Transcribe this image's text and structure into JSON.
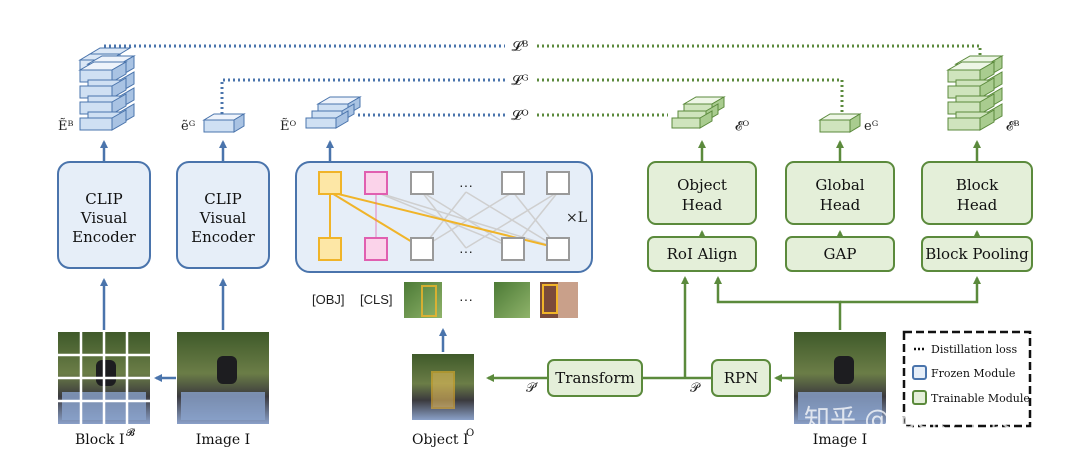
{
  "losses": {
    "block": "𝓛ᴮ",
    "global": "𝓛ᴳ",
    "object": "𝓛ᴼ"
  },
  "features": {
    "block_teacher": "Ẽᴮ",
    "global_teacher": "ẽᴳ",
    "object_teacher": "Ẽᴼ",
    "object_student": "𝓔ᴼ",
    "global_student": "eᴳ",
    "block_student": "𝓔ᴮ"
  },
  "frozen": {
    "clip1_line1": "CLIP",
    "clip1_line2": "Visual",
    "clip1_line3": "Encoder",
    "clip2_line1": "CLIP",
    "clip2_line2": "Visual",
    "clip2_line3": "Encoder",
    "transformer_repeat": "×L",
    "dots": "···"
  },
  "tokens": {
    "obj": "[OBJ]",
    "cls": "[CLS]",
    "dots": "···"
  },
  "trainable": {
    "object_head_1": "Object",
    "object_head_2": "Head",
    "global_head_1": "Global",
    "global_head_2": "Head",
    "block_head_1": "Block",
    "block_head_2": "Head",
    "roi_align": "RoI Align",
    "gap": "GAP",
    "block_pooling": "Block Pooling",
    "transform": "Transform",
    "rpn": "RPN",
    "p_prime": "𝒫′",
    "p": "𝒫"
  },
  "images": {
    "block": "Block I",
    "block_sup": "𝓑",
    "image_left": "Image I",
    "object": "Object I",
    "object_sup": "O",
    "image_right": "Image I"
  },
  "legend": {
    "distillation": "Distillation loss",
    "frozen": "Frozen Module",
    "trainable": "Trainable Module"
  },
  "watermark": "知乎 @rocky学长",
  "colors": {
    "frozen_stroke": "#4a74ac",
    "frozen_fill": "#e6eef8",
    "trainable_stroke": "#5b8a3c",
    "trainable_fill": "#e4efd9",
    "obj_token": "#f0b429",
    "cls_token": "#e05fb0",
    "gray_token": "#9a9a9a"
  }
}
